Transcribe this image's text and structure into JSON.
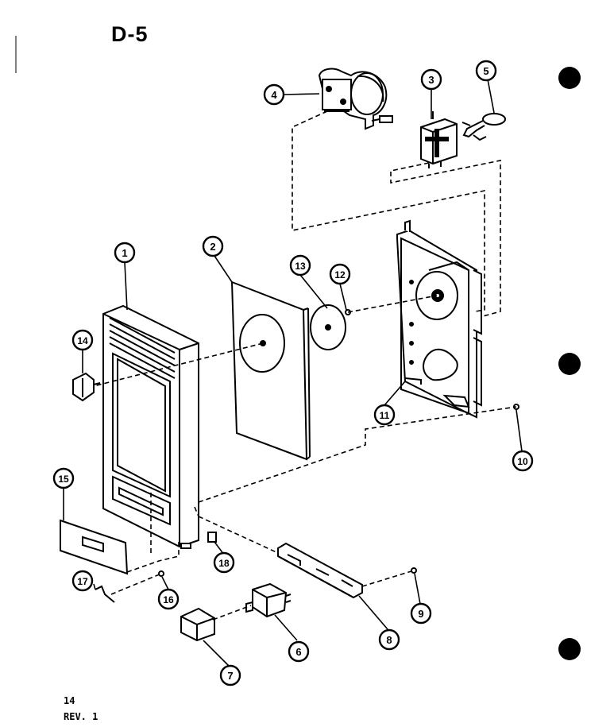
{
  "diagram": {
    "title": "D-5",
    "page_number": "14",
    "revision": "REV. 1"
  },
  "callouts": [
    "1",
    "2",
    "3",
    "4",
    "5",
    "6",
    "7",
    "8",
    "9",
    "10",
    "11",
    "12",
    "13",
    "14",
    "15",
    "16",
    "17",
    "18"
  ],
  "colors": {
    "ink": "#000000",
    "paper": "#ffffff"
  }
}
